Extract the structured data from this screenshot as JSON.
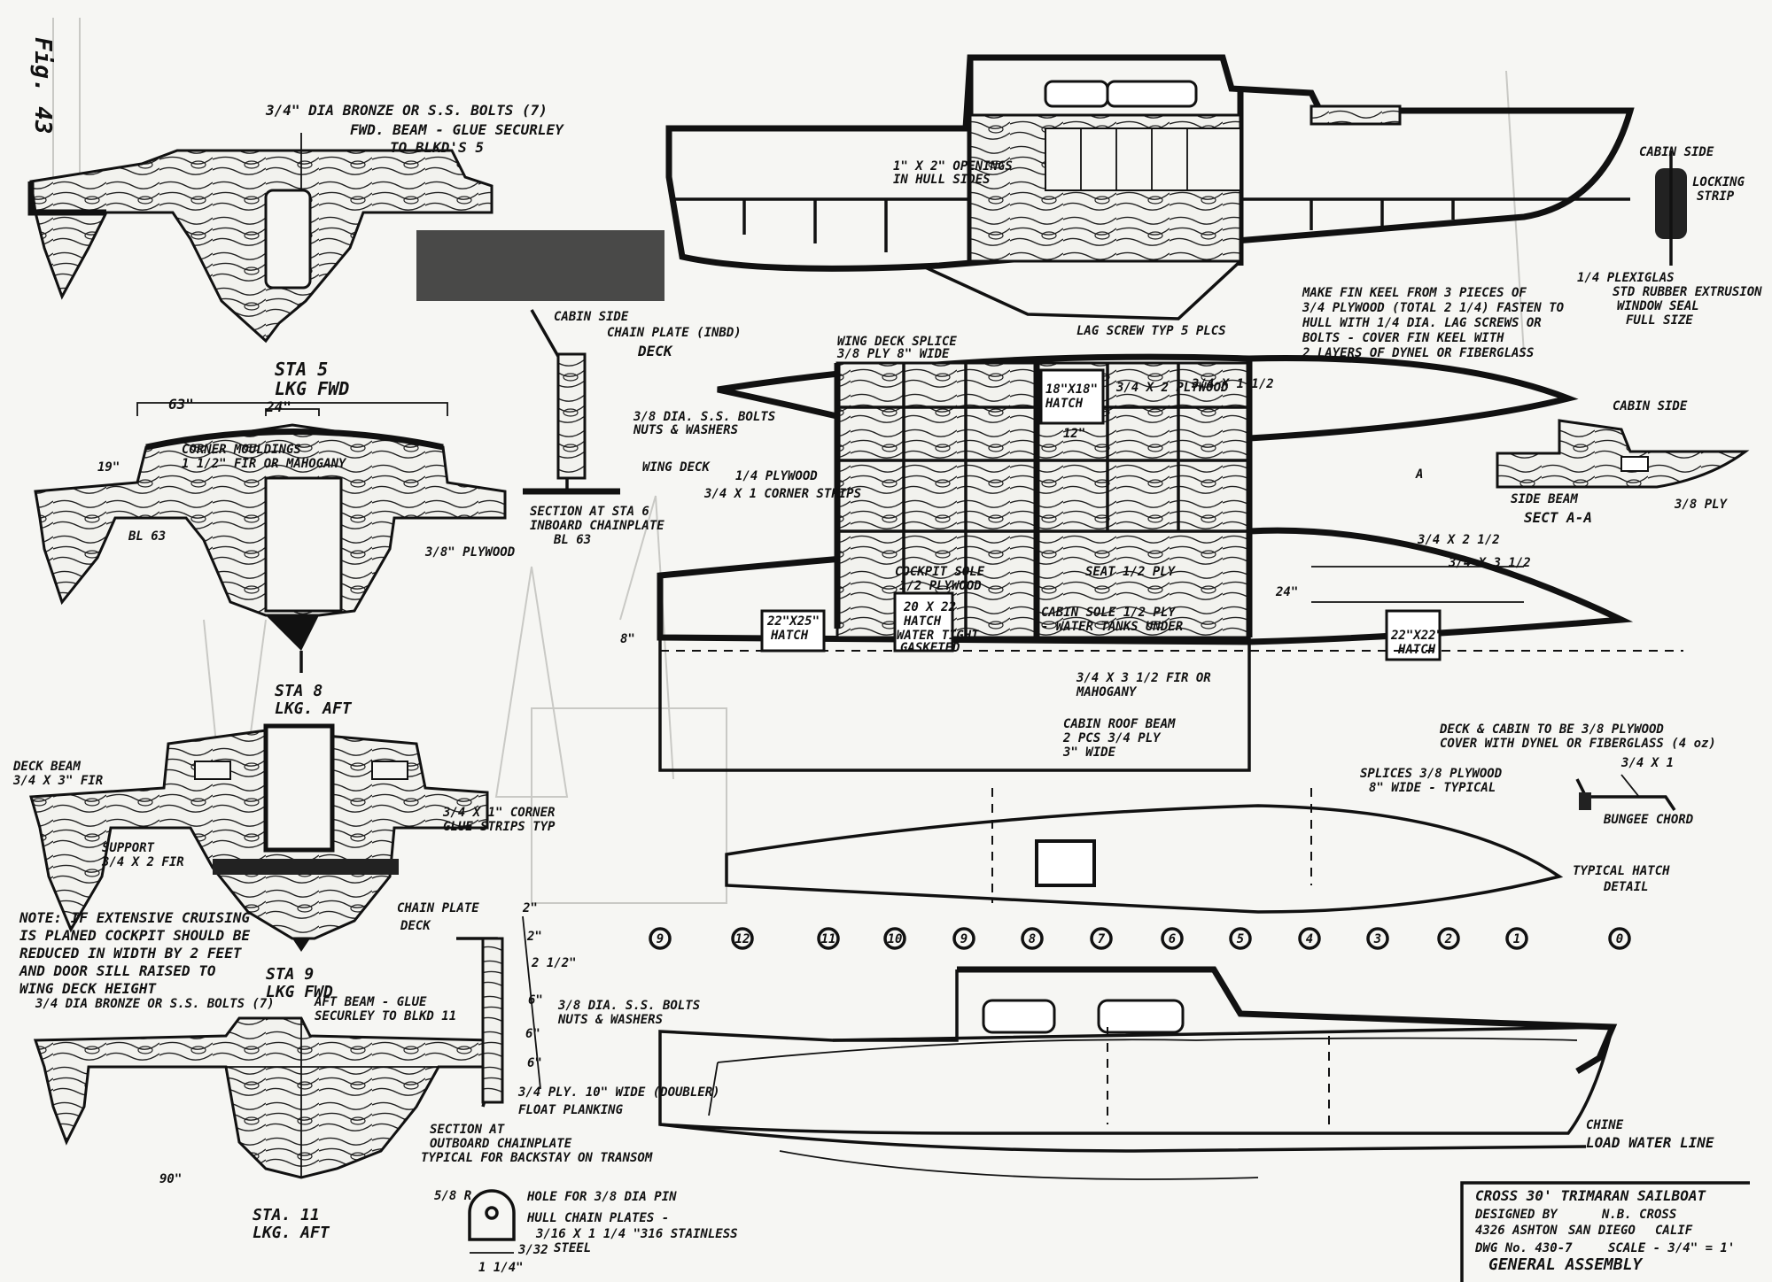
{
  "figure_label": "Fig. 43",
  "sections": {
    "sta5": {
      "bolts_note": "3/4\" DIA BRONZE OR S.S. BOLTS (7)",
      "beam_note_1": "FWD. BEAM - GLUE SECURLEY",
      "beam_note_2": "TO BLKD'S 5",
      "title": "STA 5",
      "subtitle": "LKG FWD"
    },
    "sta8": {
      "dim_63": "63\"",
      "dim_24": "24\"",
      "dim_19": "19\"",
      "bl": "BL 63",
      "corner_1": "CORNER MOULDINGS",
      "corner_2": "1 1/2\" FIR OR MAHOGANY",
      "plywood": "3/8\" PLYWOOD",
      "title": "STA 8",
      "subtitle": "LKG. AFT"
    },
    "sta9": {
      "deck_beam_1": "DECK BEAM",
      "deck_beam_2": "3/4 X 3\" FIR",
      "support_1": "SUPPORT",
      "support_2": "3/4 X 2 FIR",
      "corner_1": "3/4 X 1\" CORNER",
      "corner_2": "GLUE STRIPS TYP",
      "title": "STA 9",
      "subtitle": "LKG FWD"
    },
    "note": [
      "NOTE: IF EXTENSIVE CRUISING",
      "IS PLANED COCKPIT SHOULD BE",
      "REDUCED IN WIDTH BY 2 FEET",
      "AND DOOR SILL RAISED TO",
      "WING DECK HEIGHT"
    ],
    "sta11": {
      "bolts": "3/4 DIA BRONZE OR S.S. BOLTS (7)",
      "aft_1": "AFT BEAM - GLUE",
      "aft_2": "SECURLEY TO BLKD 11",
      "dim_90": "90\"",
      "title": "STA. 11",
      "subtitle": "LKG. AFT"
    },
    "inboard": {
      "cabin_side": "CABIN SIDE",
      "chain_plate": "CHAIN PLATE (INBD)",
      "deck": "DECK",
      "bolts_1": "3/8 DIA. S.S. BOLTS",
      "bolts_2": "NUTS & WASHERS",
      "wing_deck": "WING DECK",
      "title_1": "SECTION AT STA 6",
      "title_2": "INBOARD CHAINPLATE",
      "title_3": "BL 63"
    },
    "outboard": {
      "chain_plate": "CHAIN PLATE",
      "deck": "DECK",
      "dim_2": "2\"",
      "dim_2b": "2\"",
      "dim_2c": "2 1/2\"",
      "dim_6": "6\"",
      "dim_6b": "6\"",
      "dim_6c": "6\"",
      "bolts_1": "3/8 DIA. S.S. BOLTS",
      "bolts_2": "NUTS & WASHERS",
      "ply": "3/4 PLY. 10\" WIDE (DOUBLER)",
      "planking": "FLOAT PLANKING",
      "title_1": "SECTION AT",
      "title_2": "OUTBOARD CHAINPLATE",
      "title_3": "TYPICAL FOR BACKSTAY ON TRANSOM"
    },
    "chainplate_detail": {
      "r": "5/8 R",
      "hole": "HOLE FOR 3/8 DIA PIN",
      "hull_1": "HULL CHAIN PLATES -",
      "hull_2": "3/16 X 1 1/4 \"316 STAINLESS",
      "hull_3": "STEEL",
      "dim": "1 1/4\"",
      "thk": "3/32"
    }
  },
  "profile": {
    "openings_1": "1\" X 2\" OPENINGS",
    "openings_2": "IN HULL SIDES",
    "lag": "LAG SCREW TYP 5 PLCS",
    "fin_1": "MAKE FIN KEEL FROM 3 PIECES OF",
    "fin_2": "3/4 PLYWOOD (TOTAL 2 1/4) FASTEN TO",
    "fin_3": "HULL WITH 1/4 DIA. LAG SCREWS OR",
    "fin_4": "BOLTS - COVER FIN KEEL WITH",
    "fin_5": "2 LAYERS OF DYNEL OR FIBERGLASS"
  },
  "window_detail": {
    "cabin_side": "CABIN SIDE",
    "locking": "LOCKING",
    "strip": "STRIP",
    "plexiglas": "1/4 PLEXIGLAS",
    "rubber": "STD RUBBER EXTRUSION",
    "seal": "WINDOW SEAL",
    "full": "FULL SIZE"
  },
  "plan": {
    "splice_1": "WING DECK SPLICE",
    "splice_2": "3/8 PLY 8\" WIDE",
    "hatch18_1": "18\"X18\"",
    "hatch18_2": "HATCH",
    "ply_note": "3/4 X 2 PLYWOOD",
    "x1": "3/4 X 1 1/2",
    "ply_14": "1/4 PLYWOOD",
    "strip": "3/4 X 1 CORNER STRIPS",
    "dim_12": "12\"",
    "seat": "SEAT 1/2 PLY",
    "cockpit_1": "COCKPIT SOLE",
    "cockpit_2": "1/2 PLYWOOD",
    "hatch22_1": "22\"X25\"",
    "hatch22_2": "HATCH",
    "hatch20_1": "20 X 22",
    "hatch20_2": "HATCH",
    "hatch20_3": "WATER TIGHT",
    "hatch20_4": "GASKETED",
    "sole_1": "CABIN SOLE 1/2 PLY",
    "sole_2": "- WATER TANKS UNDER",
    "dim_8": "8\"",
    "dim_24": "24\"",
    "x2": "3/4 X 2 1/2",
    "x3": "3/4 X 3 1/2",
    "hatch_r_1": "22\"X22\"",
    "hatch_r_2": "HATCH",
    "roof_1": "3/4 X 3 1/2 FIR OR",
    "roof_2": "MAHOGANY",
    "roof_3": "CABIN ROOF BEAM",
    "roof_4": "2 PCS 3/4 PLY",
    "roof_5": "3\" WIDE",
    "cover_1": "DECK & CABIN TO BE 3/8 PLYWOOD",
    "cover_2": "COVER WITH DYNEL OR FIBERGLASS (4 oz)",
    "splices_1": "SPLICES 3/8 PLYWOOD",
    "splices_2": "8\" WIDE - TYPICAL",
    "sect_aa_cabin": "CABIN SIDE",
    "sect_aa_beam": "SIDE BEAM",
    "sect_aa_ply": "3/8 PLY",
    "sect_aa_title": "SECT A-A",
    "sect_a_mark": "A"
  },
  "hatch_detail": {
    "x1": "3/4 X 1",
    "bungee": "BUNGEE CHORD",
    "title_1": "TYPICAL HATCH",
    "title_2": "DETAIL"
  },
  "stations": [
    "9",
    "12",
    "11",
    "10",
    "9",
    "8",
    "7",
    "6",
    "5",
    "4",
    "3",
    "2",
    "1",
    "0"
  ],
  "elevation": {
    "chine": "CHINE",
    "lwl": "LOAD WATER LINE"
  },
  "title_block": {
    "line1": "CROSS 30' TRIMARAN SAILBOAT",
    "line2a": "DESIGNED BY",
    "line2b": "N.B. CROSS",
    "line3a": "4326 ASHTON",
    "line3b": "SAN DIEGO",
    "line3c": "CALIF",
    "line4a": "DWG No. 430-7",
    "line4b": "SCALE - 3/4\" = 1'",
    "line5": "GENERAL ASSEMBLY"
  }
}
